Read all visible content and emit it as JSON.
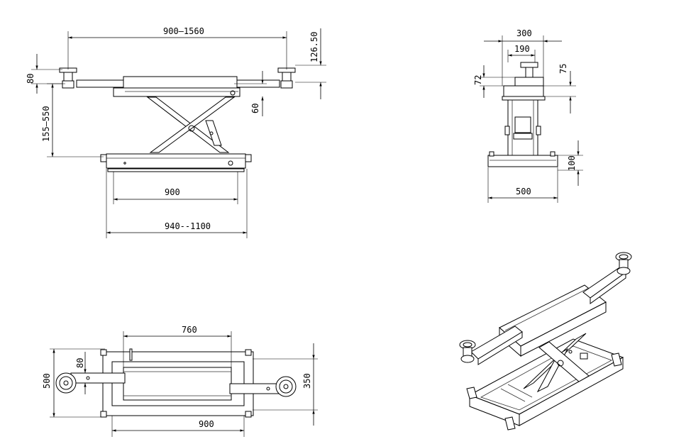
{
  "front_view": {
    "width_top": "900—1560",
    "height_top": "126.50",
    "pad_height": "80",
    "arm_drop": "60",
    "lift_height": "155—550",
    "base_width": "900",
    "base_width_ext": "940--1100"
  },
  "side_view": {
    "top_width": "300",
    "pad_width": "190",
    "pad_height": "72",
    "head_height": "75",
    "base_height": "100",
    "base_width": "500"
  },
  "top_view": {
    "table_length": "760",
    "pad_size": "80",
    "overall_width": "500",
    "inner_width": "350",
    "base_length": "900"
  }
}
